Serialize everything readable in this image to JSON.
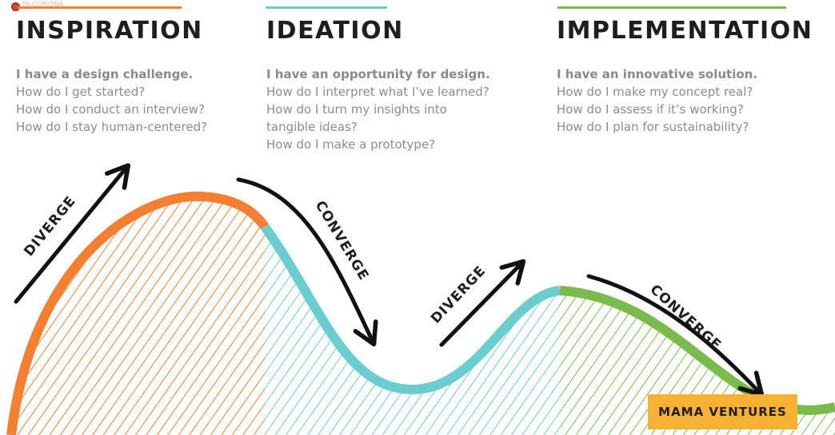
{
  "recording": {
    "label": "IN CORONA"
  },
  "colors": {
    "inspiration": "#f47f30",
    "ideation": "#6ccdd0",
    "implementation": "#7bbb4d",
    "arrow": "#111111",
    "badge": "#f8b133"
  },
  "phases": [
    {
      "title": "INSPIRATION",
      "lead": "I have a design challenge.",
      "questions": [
        "How do I get started?",
        "How do I conduct an interview?",
        "How do I stay human-centered?"
      ]
    },
    {
      "title": "IDEATION",
      "lead": "I have an opportunity for design.",
      "questions": [
        "How do I interpret what I’ve learned?",
        "How do I turn my insights into",
        "tangible ideas?",
        "How do I make a prototype?"
      ]
    },
    {
      "title": "IMPLEMENTATION",
      "lead": "I have an innovative solution.",
      "questions": [
        "How do I make my concept real?",
        "How do I assess if it’s working?",
        "How do I plan for sustainability?"
      ]
    }
  ],
  "flow_labels": {
    "diverge_1": "DIVERGE",
    "converge_1": "CONVERGE",
    "diverge_2": "DIVERGE",
    "converge_2": "CONVERGE"
  },
  "badge": {
    "label": "MAMA VENTURES"
  }
}
